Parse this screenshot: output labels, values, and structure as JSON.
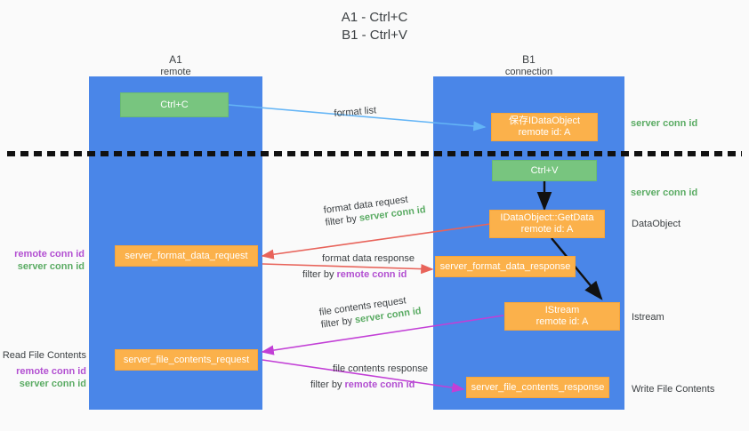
{
  "title": {
    "line1": "A1 - Ctrl+C",
    "line2": "B1 - Ctrl+V"
  },
  "columns": [
    {
      "name": "A1",
      "sub": "remote"
    },
    {
      "name": "B1",
      "sub": "connection"
    }
  ],
  "colors": {
    "lane": "#4a86e8",
    "green_box": "#78c57f",
    "orange_box": "#fbb14b",
    "server_conn_id": "#5aab63",
    "remote_conn_id": "#b24fd1",
    "arrow_blue": "#64b5f6",
    "arrow_red": "#e8635a",
    "arrow_purple": "#c23fd6",
    "arrow_black": "#000000",
    "divider": "#111111"
  },
  "nodes": {
    "ctrl_c": {
      "label": "Ctrl+C"
    },
    "save_idataobject": {
      "line1": "保存IDataObject",
      "line2": "remote id: A"
    },
    "ctrl_v": {
      "label": "Ctrl+V"
    },
    "getdata": {
      "line1": "IDataObject::GetData",
      "line2": "remote id: A"
    },
    "server_format_data_request": {
      "label": "server_format_data_request"
    },
    "server_format_data_response": {
      "label": "server_format_data_response"
    },
    "istream": {
      "line1": "IStream",
      "line2": "remote id: A"
    },
    "server_file_contents_request": {
      "label": "server_file_contents_request"
    },
    "server_file_contents_response": {
      "label": "server_file_contents_response"
    }
  },
  "edges": {
    "format_list": {
      "label": "format list"
    },
    "format_data_request": {
      "label": "format data request",
      "filter_prefix": "filter by ",
      "filter_value": "server conn id"
    },
    "format_data_response": {
      "label": "format data response",
      "filter_prefix": "filter by ",
      "filter_value": "remote conn id"
    },
    "file_contents_request": {
      "label": "file contents request",
      "filter_prefix": "filter by ",
      "filter_value": "server conn id"
    },
    "file_contents_response": {
      "label": "file contents response",
      "filter_prefix": "filter by ",
      "filter_value": "remote conn id"
    }
  },
  "right_notes": {
    "server_conn_id_1": "server conn id",
    "server_conn_id_2": "server conn id",
    "dataobject": "DataObject",
    "istream": "Istream",
    "write_file_contents": "Write File Contents"
  },
  "left_notes": {
    "mid_remote": "remote conn id",
    "mid_server": "server conn id",
    "read_file_contents": "Read File Contents",
    "low_remote": "remote conn id",
    "low_server": "server conn id"
  }
}
